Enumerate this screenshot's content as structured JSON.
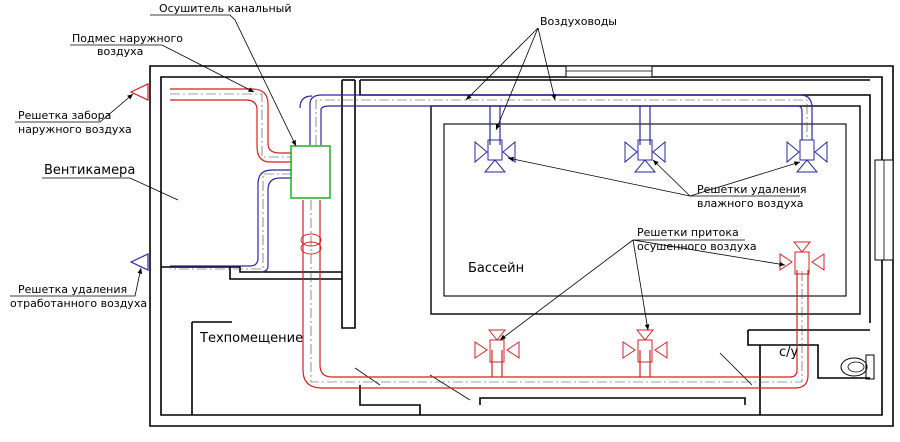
{
  "labels": {
    "dryer": "Осушитель канальный",
    "fresh_air_mix_1": "Подмес наружного",
    "fresh_air_mix_2": "воздуха",
    "intake_grille_1": "Решетка забора",
    "intake_grille_2": "наружного воздуха",
    "vent_chamber": "Вентикамера",
    "exhaust_grille_1": "Решетка удаления",
    "exhaust_grille_2": "отработанного воздуха",
    "ducts": "Воздуховоды",
    "humid_exhaust_1": "Решетки удаления",
    "humid_exhaust_2": "влажного воздуха",
    "dry_supply_1": "Решетки притока",
    "dry_supply_2": "осушенного воздуха",
    "pool": "Бассейн",
    "tech_room": "Техпомещение",
    "wc": "с/у"
  },
  "colors": {
    "supply_duct": "#d42020",
    "exhaust_duct": "#2a2aa0",
    "dryer_unit": "#2db52d",
    "walls": "#000000"
  },
  "icons": [
    "grille-icon",
    "toilet-icon",
    "arrow-icon"
  ]
}
